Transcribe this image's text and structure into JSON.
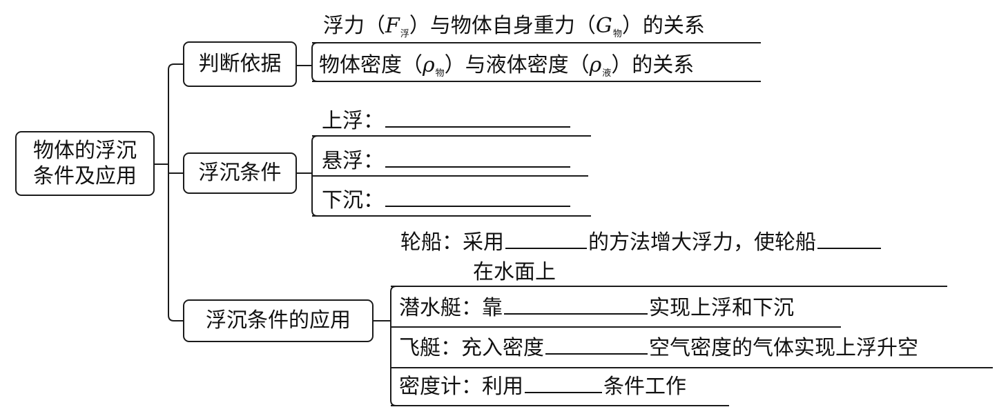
{
  "root": {
    "line1": "物体的浮沉",
    "line2": "条件及应用"
  },
  "basis": {
    "label": "判断依据",
    "item1": {
      "pre": "浮力（",
      "var1": "F",
      "sub1": "浮",
      "mid": "）与物体自身重力（",
      "var2": "G",
      "sub2": "物",
      "post": "）的关系"
    },
    "item2": {
      "pre": "物体密度（",
      "var1": "ρ",
      "sub1": "物",
      "mid": "）与液体密度（",
      "var2": "ρ",
      "sub2": "液",
      "post": "）的关系"
    }
  },
  "conditions": {
    "label": "浮沉条件",
    "items": [
      "上浮：",
      "悬浮：",
      "下沉："
    ]
  },
  "applications": {
    "label": "浮沉条件的应用",
    "ship": {
      "a": "轮船：采用",
      "b": "的方法增大浮力，使轮船",
      "c": "在水面上"
    },
    "submarine": {
      "a": "潜水艇：靠",
      "b": "实现上浮和下沉"
    },
    "airship": {
      "a": "飞艇：充入密度",
      "b": "空气密度的气体实现上浮升空"
    },
    "hydrometer": {
      "a": "密度计：利用",
      "b": "条件工作"
    }
  }
}
